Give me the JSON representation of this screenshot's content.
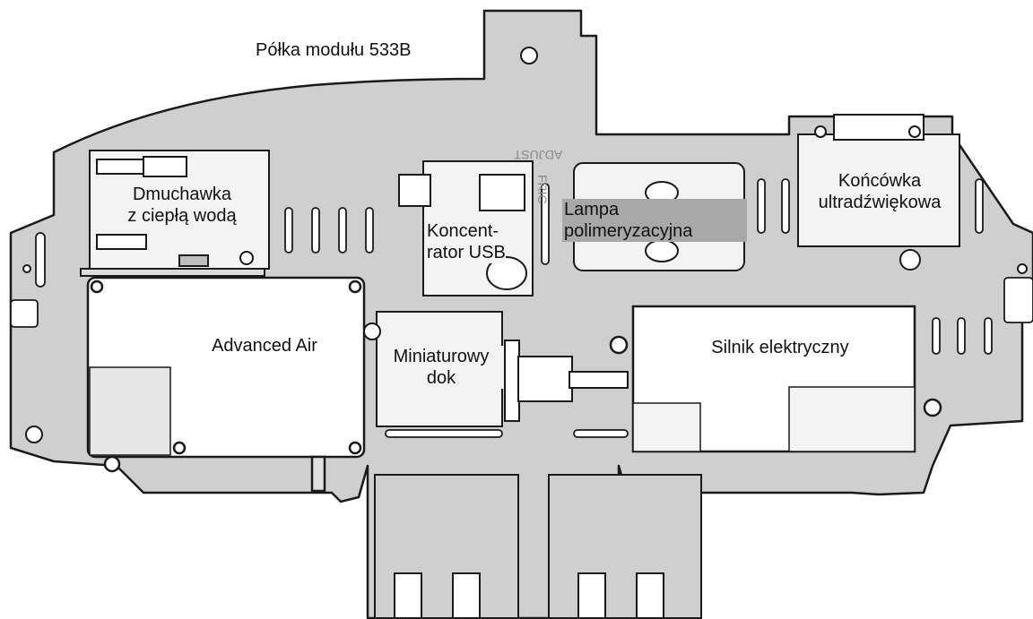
{
  "diagram": {
    "title": "Półka modułu 533B",
    "labels": {
      "warm_water_blower": [
        "Dmuchawka",
        "z ciepłą wodą"
      ],
      "usb_hub": [
        "Koncent-",
        "rator USB"
      ],
      "curing_lamp": [
        "Lampa",
        "polimeryzacyjna"
      ],
      "ultrasonic_tip": [
        "Końcówka",
        "ultradźwiękowa"
      ],
      "advanced_air": [
        "Advanced Air"
      ],
      "miniature_dock": [
        "Miniaturowy",
        "dok"
      ],
      "electric_motor": [
        "Silnik elektryczny"
      ]
    },
    "embossed_text": [
      "FRIC",
      "ADJUST"
    ]
  },
  "colors": {
    "shelf": "#cfcfcf",
    "outline": "#1a1a1a",
    "module": "#ffffff",
    "highlight": "#a8a8a8"
  }
}
